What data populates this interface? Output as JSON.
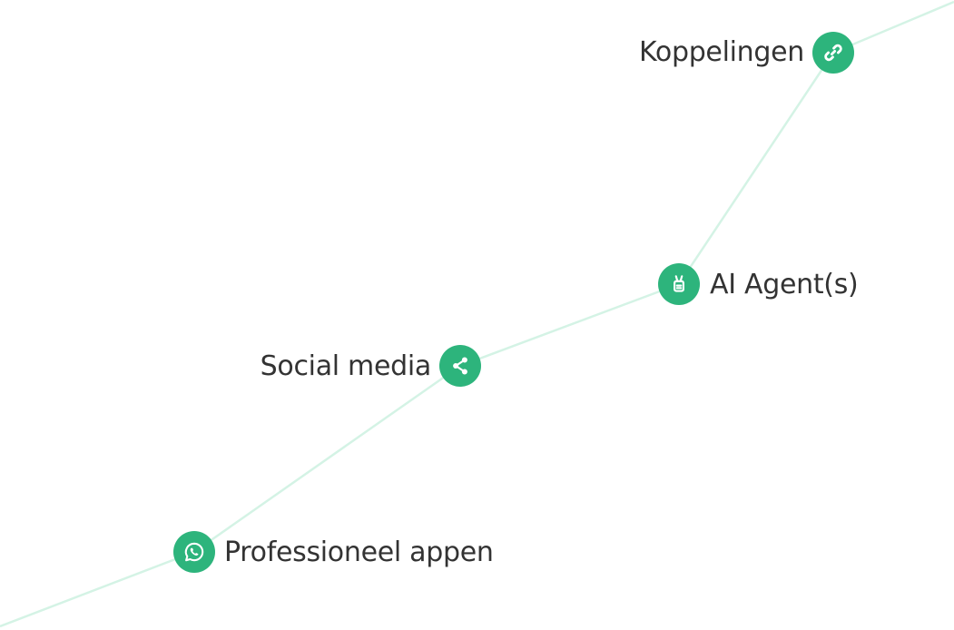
{
  "colors": {
    "accent": "#2db47c",
    "line": "#d4f3e5",
    "text": "#333333"
  },
  "nodes": [
    {
      "id": "koppelingen",
      "label": "Koppelingen",
      "icon": "link-icon"
    },
    {
      "id": "ai-agents",
      "label": "AI Agent(s)",
      "icon": "robot-icon"
    },
    {
      "id": "social-media",
      "label": "Social media",
      "icon": "share-icon"
    },
    {
      "id": "professioneel-appen",
      "label": "Professioneel appen",
      "icon": "whatsapp-icon"
    }
  ]
}
